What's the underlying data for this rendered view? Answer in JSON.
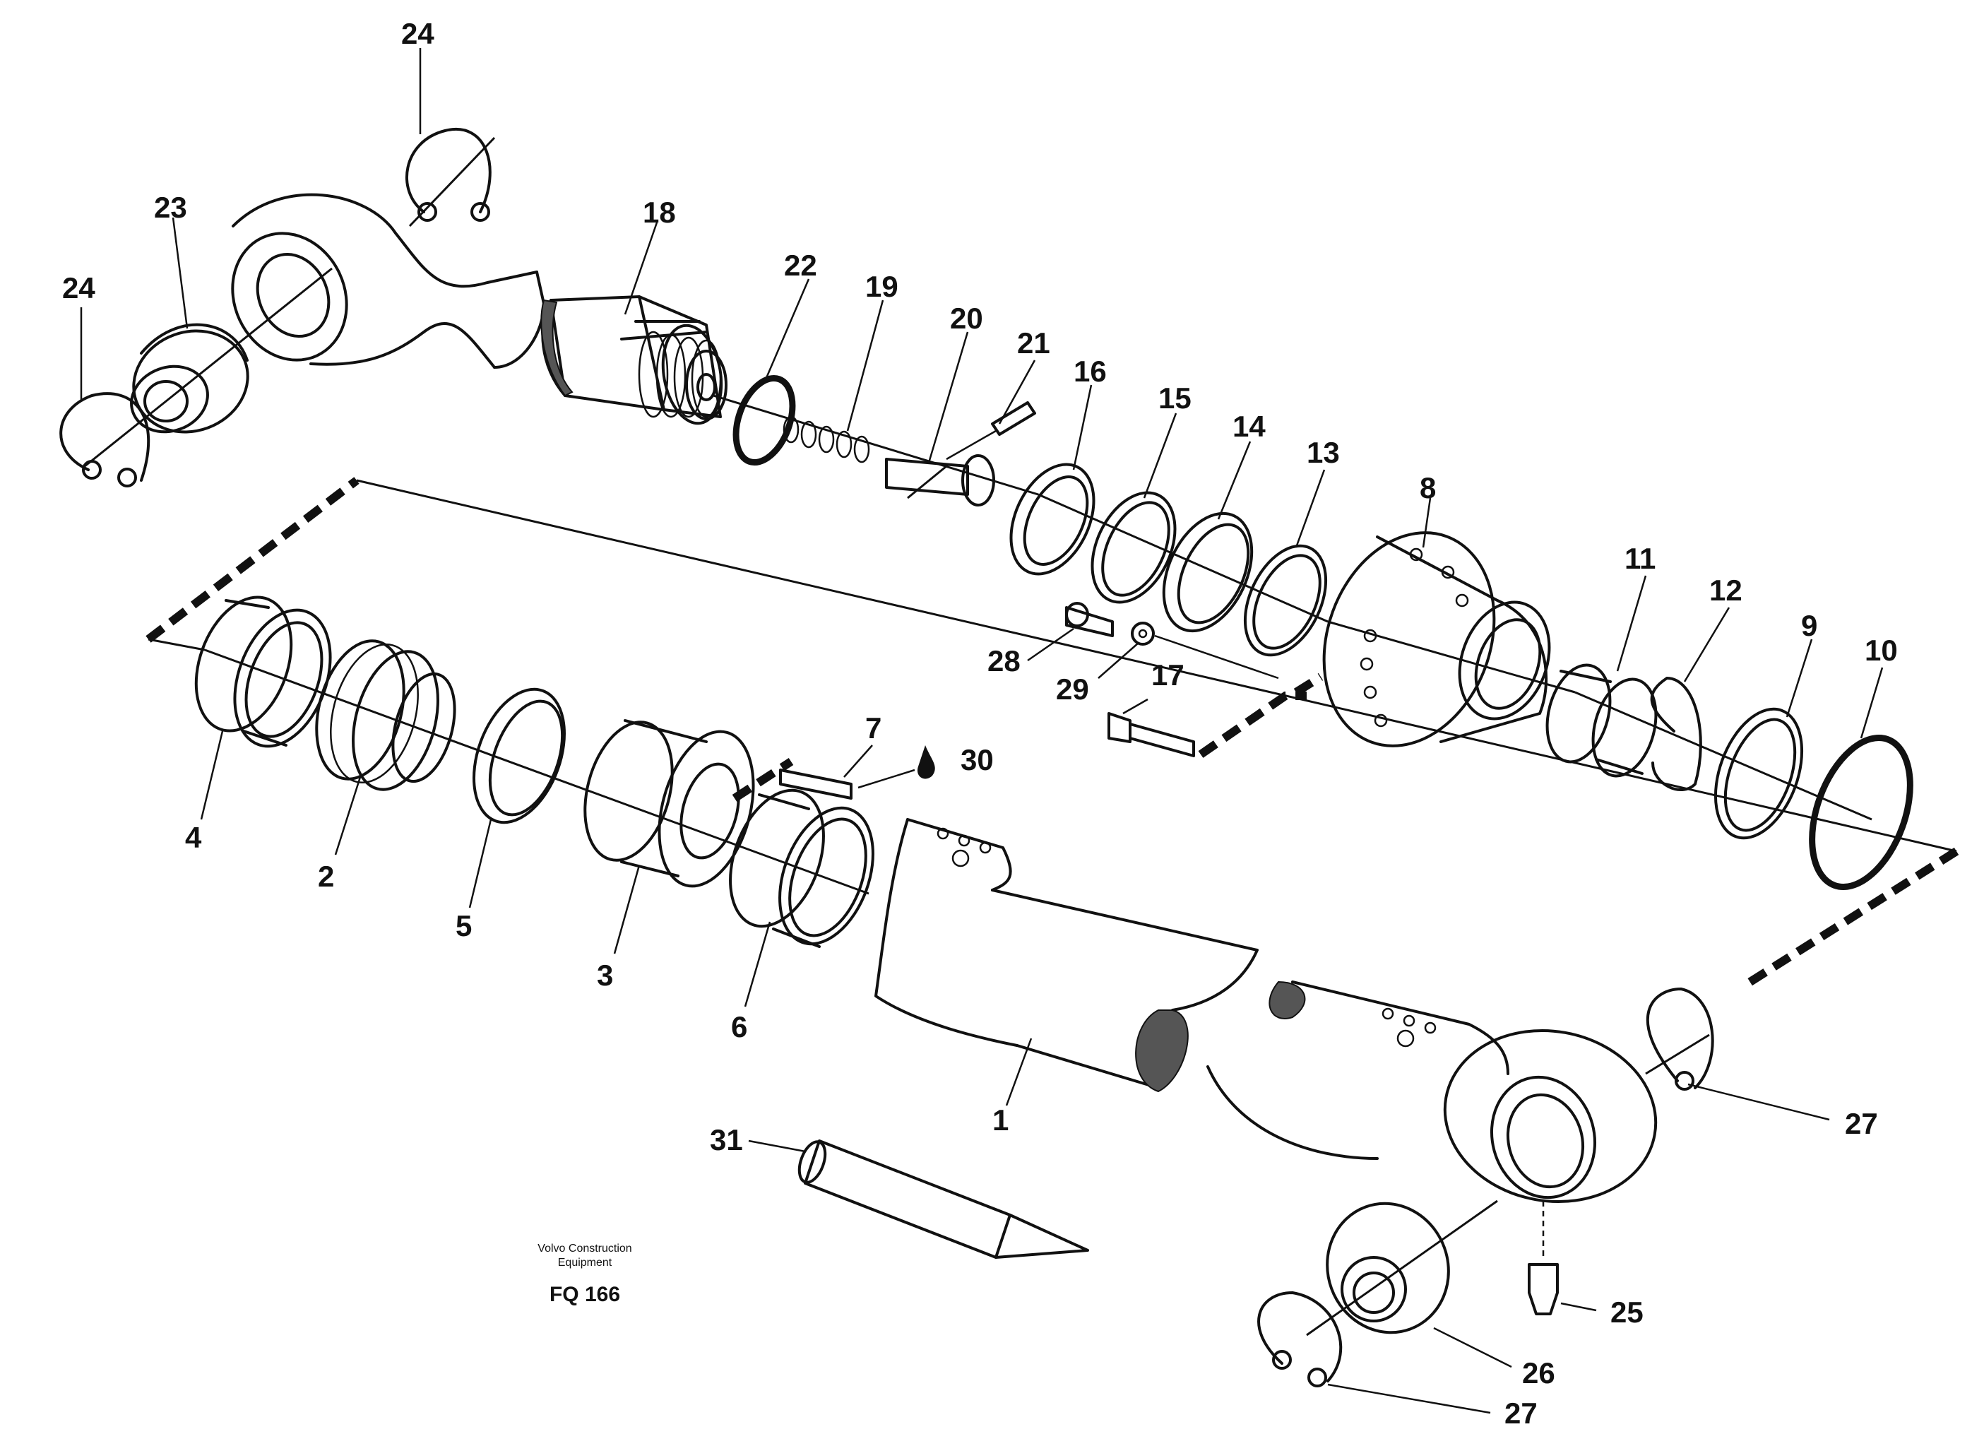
{
  "callouts": {
    "c1": "1",
    "c2": "2",
    "c3": "3",
    "c4": "4",
    "c5": "5",
    "c6": "6",
    "c7": "7",
    "c8": "8",
    "c9": "9",
    "c10": "10",
    "c11": "11",
    "c12": "12",
    "c13": "13",
    "c14": "14",
    "c15": "15",
    "c16": "16",
    "c17": "17",
    "c18": "18",
    "c19": "19",
    "c20": "20",
    "c21": "21",
    "c22": "22",
    "c23": "23",
    "c24a": "24",
    "c24b": "24",
    "c25": "25",
    "c26": "26",
    "c27a": "27",
    "c27b": "27",
    "c28": "28",
    "c29": "29",
    "c30": "30",
    "c31": "31"
  },
  "credit": {
    "line1": "Volvo Construction",
    "line2": "Equipment",
    "code": "FQ 166"
  }
}
